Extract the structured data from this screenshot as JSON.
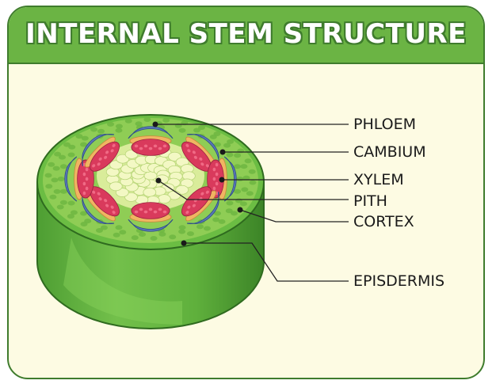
{
  "title": "INTERNAL STEM STRUCTURE",
  "labels": {
    "phloem": "PHLOEM",
    "cambium": "CAMBIUM",
    "xylem": "XYLEM",
    "pith": "PITH",
    "cortex": "CORTEX",
    "epidermis": "EPISDERMIS"
  },
  "colors": {
    "title_bar": "#6bb444",
    "frame_border": "#3f7c2d",
    "background": "#fdfbe3",
    "stem_side": "#5fb03c",
    "cortex": "#8fcd55",
    "pith": "#d9ec9a",
    "phloem": "#5a78b8",
    "cambium": "#f0b562",
    "xylem": "#d93a5c"
  }
}
